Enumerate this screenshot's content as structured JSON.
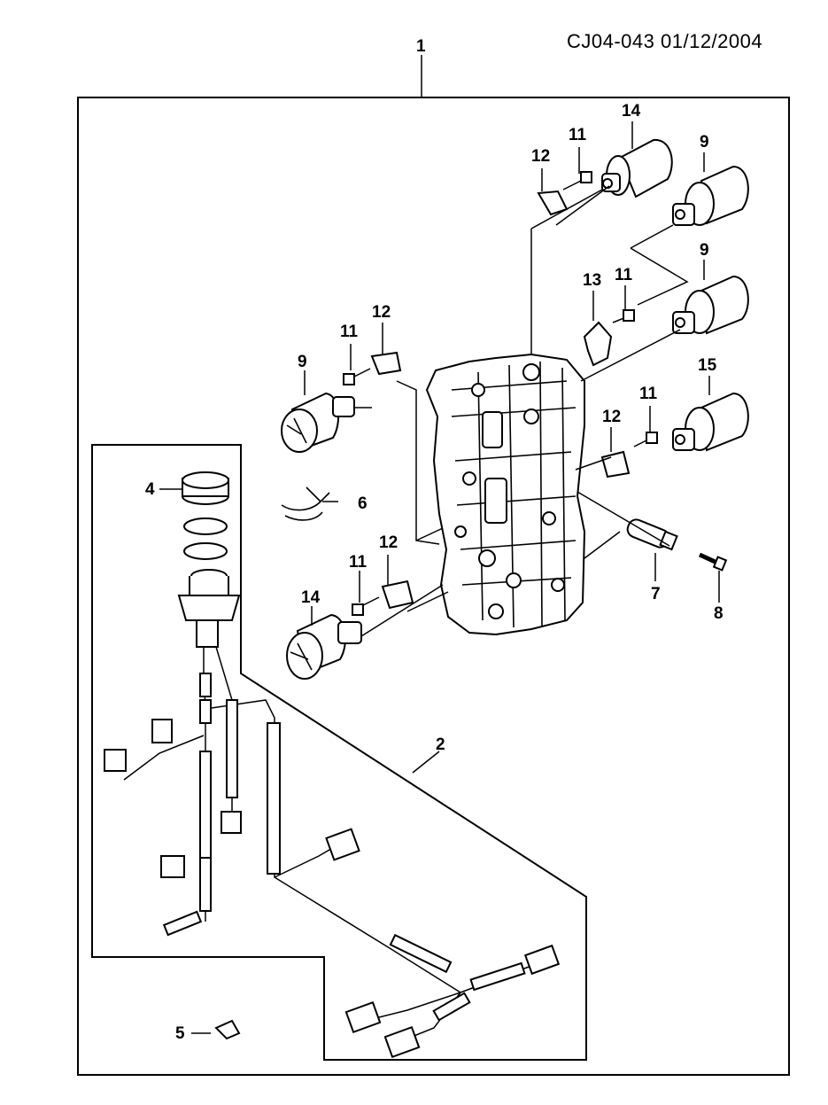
{
  "header": {
    "drawing_code": "CJ04-043 01/12/2004"
  },
  "callouts": {
    "c1": "1",
    "c2": "2",
    "c4": "4",
    "c5": "5",
    "c6": "6",
    "c7": "7",
    "c8": "8",
    "c9a": "9",
    "c9b": "9",
    "c9c": "9",
    "c11a": "11",
    "c11b": "11",
    "c11c": "11",
    "c11d": "11",
    "c11e": "11",
    "c12a": "12",
    "c12b": "12",
    "c12c": "12",
    "c12d": "12",
    "c13": "13",
    "c14a": "14",
    "c14b": "14",
    "c15": "15"
  }
}
